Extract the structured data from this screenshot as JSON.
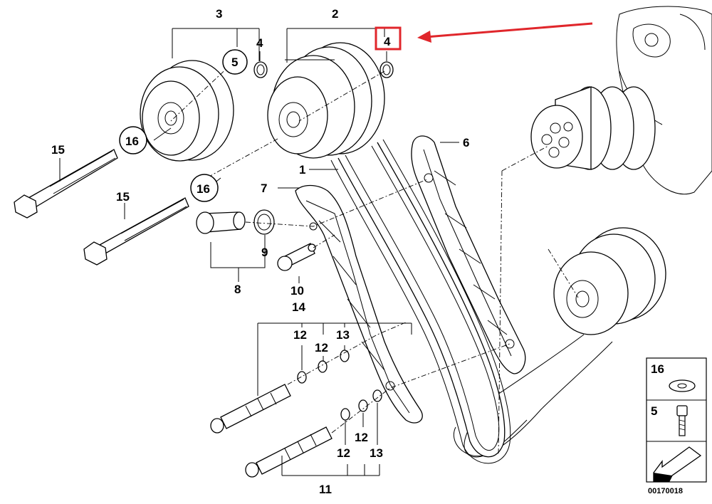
{
  "diagram": {
    "callouts": {
      "c1": "1",
      "c2": "2",
      "c3": "3",
      "c4a": "4",
      "c4b": "4",
      "c5a": "5",
      "c6": "6",
      "c7": "7",
      "c8": "8",
      "c9": "9",
      "c10": "10",
      "c11": "11",
      "c12a": "12",
      "c12b": "12",
      "c12c": "12",
      "c12d": "12",
      "c13a": "13",
      "c13b": "13",
      "c14": "14",
      "c15a": "15",
      "c15b": "15",
      "c16a": "16",
      "c16b": "16"
    },
    "legend": {
      "item16": "16",
      "item5": "5"
    },
    "diagram_code": "00170018",
    "highlight_color": "#e0262b"
  }
}
